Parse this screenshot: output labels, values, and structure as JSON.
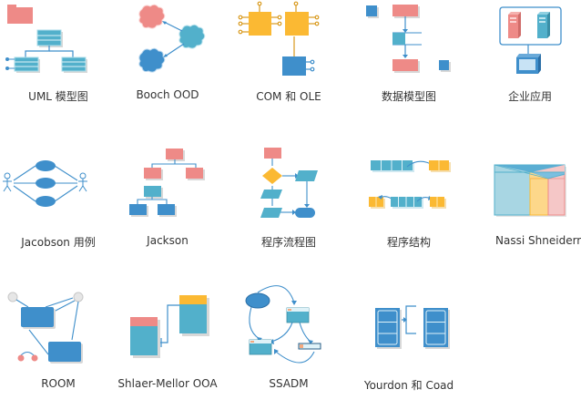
{
  "colors": {
    "pink": "#ee8a87",
    "teal": "#52b0cb",
    "blue": "#3f8fcb",
    "orange": "#fbb933",
    "line": "#3f8fcb",
    "label": "#333333"
  },
  "templates": [
    {
      "label": "UML 模型图",
      "icon": "uml-diagram-icon"
    },
    {
      "label": "Booch OOD",
      "icon": "booch-ood-icon"
    },
    {
      "label": "COM 和 OLE",
      "icon": "com-ole-icon"
    },
    {
      "label": "数据模型图",
      "icon": "data-model-icon"
    },
    {
      "label": "企业应用",
      "icon": "enterprise-application-icon"
    },
    {
      "label": "Jacobson 用例",
      "icon": "jacobson-use-case-icon"
    },
    {
      "label": "Jackson",
      "icon": "jackson-icon"
    },
    {
      "label": "程序流程图",
      "icon": "program-flowchart-icon"
    },
    {
      "label": "程序结构",
      "icon": "program-structure-icon"
    },
    {
      "label": "Nassi Shneiderman",
      "icon": "nassi-shneiderman-icon"
    },
    {
      "label": "ROOM",
      "icon": "room-icon"
    },
    {
      "label": "Shlaer-Mellor OOA",
      "icon": "shlaer-mellor-ooa-icon"
    },
    {
      "label": "SSADM",
      "icon": "ssadm-icon"
    },
    {
      "label": "Yourdon 和 Coad",
      "icon": "yourdon-coad-icon"
    }
  ]
}
